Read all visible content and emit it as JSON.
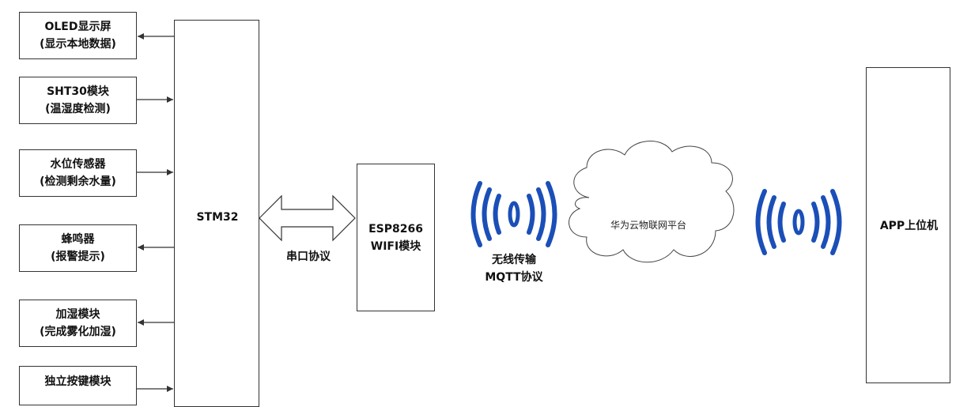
{
  "modules": [
    {
      "line1": "OLED显示屏",
      "line2": "(显示本地数据)",
      "direction": "output"
    },
    {
      "line1": "SHT30模块",
      "line2": "(温湿度检测)",
      "direction": "input"
    },
    {
      "line1": "水位传感器",
      "line2": "(检测剩余水量)",
      "direction": "input"
    },
    {
      "line1": "蜂鸣器",
      "line2": "(报警提示)",
      "direction": "output"
    },
    {
      "line1": "加湿模块",
      "line2": "(完成雾化加湿)",
      "direction": "output"
    },
    {
      "line1": "独立按键模块",
      "line2": "",
      "direction": "input"
    }
  ],
  "mcu": {
    "label": "STM32"
  },
  "serial": {
    "label": "串口协议"
  },
  "esp": {
    "line1": "ESP8266",
    "line2": "WIFI模块"
  },
  "wireless": {
    "line1": "无线传输",
    "line2": "MQTT协议"
  },
  "cloud": {
    "label": "华为云物联网平台"
  },
  "app": {
    "label": "APP上位机"
  },
  "colors": {
    "signal": "#1b4fb8",
    "line": "#333333"
  },
  "icons": [
    "wifi-signal-icon",
    "wifi-signal-icon"
  ]
}
